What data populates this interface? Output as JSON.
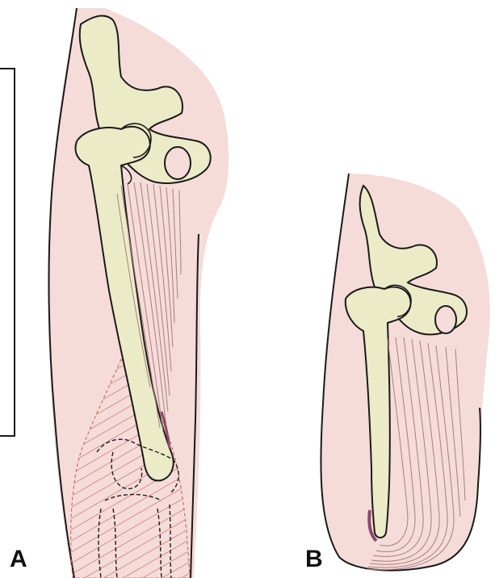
{
  "panels": [
    {
      "id": "A",
      "label": "A"
    },
    {
      "id": "B",
      "label": "B"
    }
  ],
  "colors": {
    "background": "#ffffff",
    "soft_tissue": "#f5dcd9",
    "bone": "#ecebc8",
    "muscle_line": "#a97c7c",
    "hatch": "#c25b5b",
    "outline": "#1a1a1a",
    "muscle_end": "#8a4a6a"
  }
}
